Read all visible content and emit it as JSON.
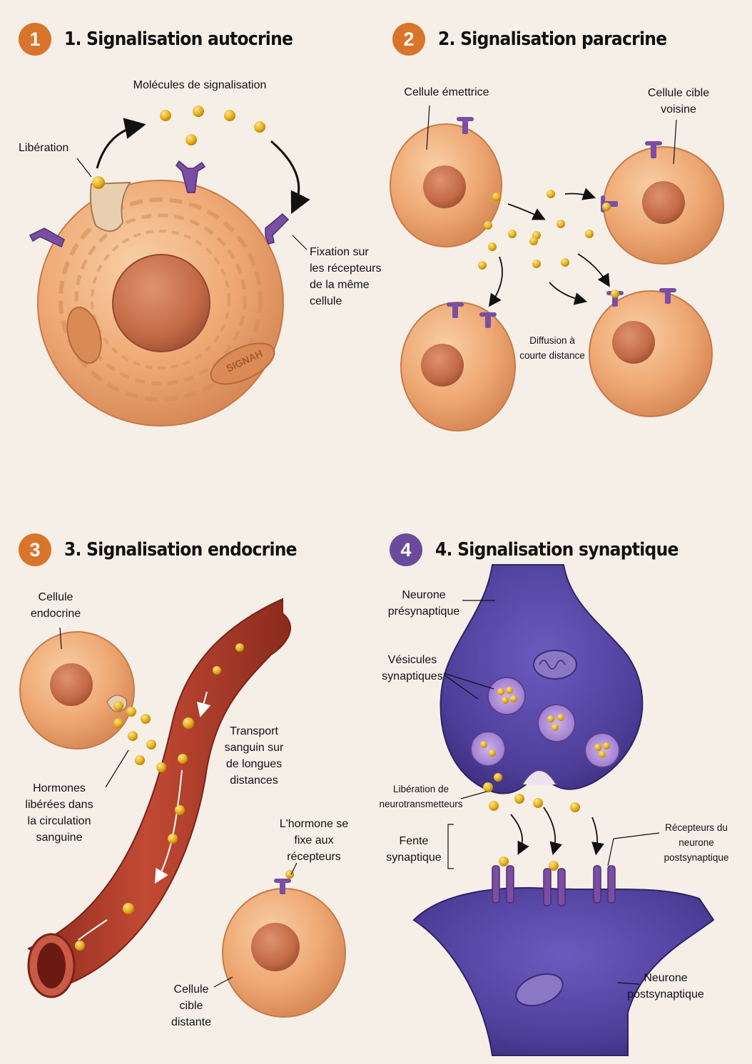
{
  "panels": [
    {
      "number": "1",
      "title": "1. Signalisation autocrine",
      "color": "#d9742b"
    },
    {
      "number": "2",
      "title": "2. Signalisation paracrine",
      "color": "#d9742b"
    },
    {
      "number": "3",
      "title": "3. Signalisation endocrine",
      "color": "#d9742b"
    },
    {
      "number": "4",
      "title": "4. Signalisation synaptique",
      "color": "#6b4a9c"
    }
  ],
  "autocrine": {
    "signal_molecules": "Molécules de signalisation",
    "release": "Libération",
    "binding": "Fixation sur\nles récepteurs\nde la même\ncellule",
    "organelle_text": "SIGNAH"
  },
  "paracrine": {
    "emitter": "Cellule émettrice",
    "target": "Cellule cible\nvoisine",
    "diffusion": "Diffusion à\ncourte distance"
  },
  "endocrine": {
    "endocrine_cell": "Cellule\nendocrine",
    "hormones": "Hormones\nlibérées dans\nla circulation\nsanguine",
    "transport": "Transport\nsanguin sur\nde longues\ndistances",
    "binds": "L'hormone se\nfixe aux\nrécepteurs",
    "distant_target": "Cellule\ncible\ndistante"
  },
  "synaptic": {
    "presynaptic": "Neurone\nprésynaptique",
    "vesicles": "Vésicules\nsynaptiques",
    "release": "Libération de\nneurotransmetteurs",
    "cleft": "Fente\nsynaptique",
    "receptors": "Récepteurs du\nneurone\npostsynaptique",
    "postsynaptic": "Neurone\npostsynaptique"
  },
  "colors": {
    "cell": "#eea772",
    "nucleus": "#c8704a",
    "molecule": "#e9b51c",
    "receptor": "#7a4ea3",
    "vessel": "#b23a2a",
    "neuron": "#4e3f9a"
  }
}
